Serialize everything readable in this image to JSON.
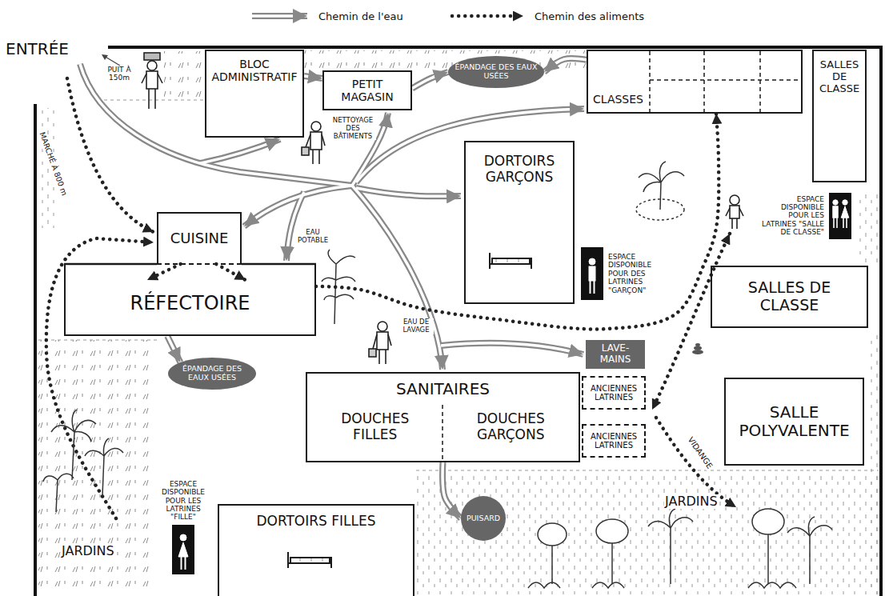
{
  "diagram": {
    "nodes": [
      {
        "text": [
          "BLOC ADMINISTRATIF"
        ]
      },
      {
        "text": [
          "PETIT MAGASIN"
        ]
      },
      {
        "text": [
          "CLASSES"
        ]
      },
      {
        "text": [
          "SALLES DE CLASSE"
        ]
      },
      {
        "text": [
          "CUISINE"
        ]
      },
      {
        "text": [
          "RÉFECTOIRE"
        ]
      },
      {
        "text": [
          "DORTOIRS GARÇONS"
        ]
      },
      {
        "text": [
          "SALLES DE CLASSE"
        ]
      },
      {
        "text": [
          "SANITAIRES",
          "DOUCHES FILLES",
          "DOUCHES GARÇONS"
        ]
      },
      {
        "text": [
          "LAVE-MAINS"
        ]
      },
      {
        "text": [
          "ANCIENNES LATRINES"
        ]
      },
      {
        "text": [
          "ANCIENNES LATRINES"
        ]
      },
      {
        "text": [
          "SALLE POLYVALENTE"
        ]
      },
      {
        "text": [
          "DORTOIRS FILLES"
        ]
      },
      {
        "text": [
          "ÉPANDAGE DES EAUX USÉES"
        ]
      },
      {
        "text": [
          "ÉPANDAGE DES EAUX USÉES"
        ]
      },
      {
        "text": [
          "PUISARD"
        ]
      },
      {
        "text": [
          "ESPACE DISPONIBLE POUR DES LATRINES \"GARÇON\""
        ]
      },
      {
        "text": [
          "ESPACE DISPONIBLE POUR LES LATRINES \"SALLE DE CLASSE\""
        ]
      },
      {
        "text": [
          "ESPACE DISPONIBLE POUR LES LATRINES \"FILLE\""
        ]
      }
    ],
    "edges": [
      {
        "from": 0,
        "to": 1,
        "arrow": "to"
      },
      {
        "from": 1,
        "to": 14,
        "arrow": "to"
      },
      {
        "from": 2,
        "to": 14,
        "arrow": "to"
      },
      {
        "from": 4,
        "to": 5,
        "arrow": "to"
      },
      {
        "from": 4,
        "to": 5,
        "arrow": "to"
      },
      {
        "from": 5,
        "to": 15,
        "arrow": "to"
      },
      {
        "from": 8,
        "to": 16,
        "arrow": "to"
      },
      {
        "from": 5,
        "to": 2,
        "arrow": "to"
      }
    ],
    "labels": [
      "ENTRÉE",
      "PUIT À 150m",
      "MARCHÉ À 800 m",
      "NETTOYAGE DES BÂTIMENTS",
      "EAU POTABLE",
      "EAU DE LAVAGE",
      "VIDANGE",
      "JARDINS",
      "JARDINS"
    ],
    "legend": [
      {
        "text": "Chemin de l'eau"
      },
      {
        "text": "Chemin des aliments"
      }
    ]
  }
}
